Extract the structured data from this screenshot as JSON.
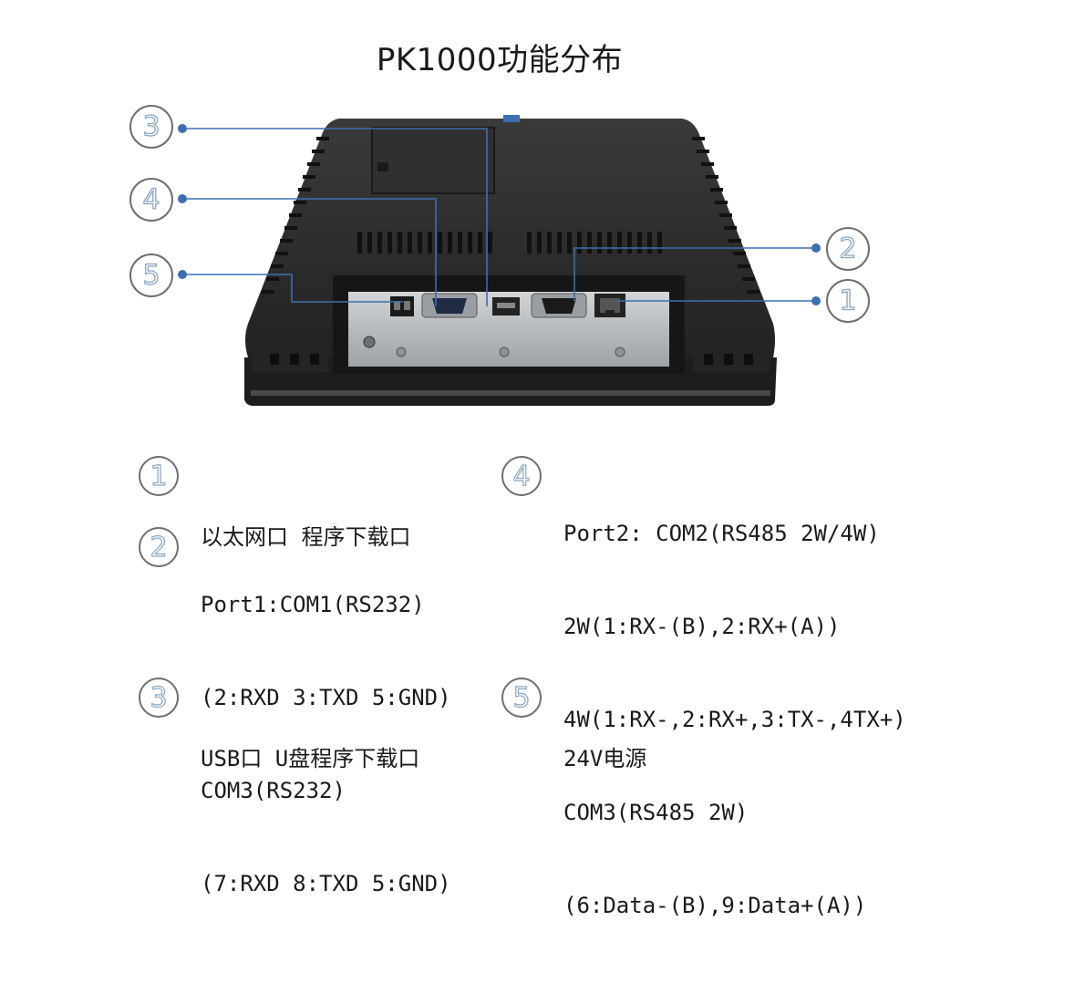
{
  "title": "PK1000功能分布",
  "callouts": [
    "1",
    "2",
    "3",
    "4",
    "5"
  ],
  "legend": [
    {
      "num": "1",
      "lines": [
        "以太网口 程序下载口"
      ]
    },
    {
      "num": "2",
      "lines": [
        "Port1:COM1(RS232)",
        "(2:RXD 3:TXD 5:GND)",
        "COM3(RS232)",
        "(7:RXD 8:TXD 5:GND)"
      ]
    },
    {
      "num": "3",
      "lines": [
        "USB口 U盘程序下载口"
      ]
    },
    {
      "num": "4",
      "lines": [
        "Port2: COM2(RS485 2W/4W)",
        "2W(1:RX-(B),2:RX+(A))",
        "4W(1:RX-,2:RX+,3:TX-,4TX+)",
        "COM3(RS485 2W)",
        "(6:Data-(B),9:Data+(A))"
      ]
    },
    {
      "num": "5",
      "lines": [
        "24V电源"
      ]
    }
  ],
  "colors": {
    "leader": "#3e6fb0",
    "device": "#2b2b2b",
    "panel": "#b9bcbf"
  }
}
